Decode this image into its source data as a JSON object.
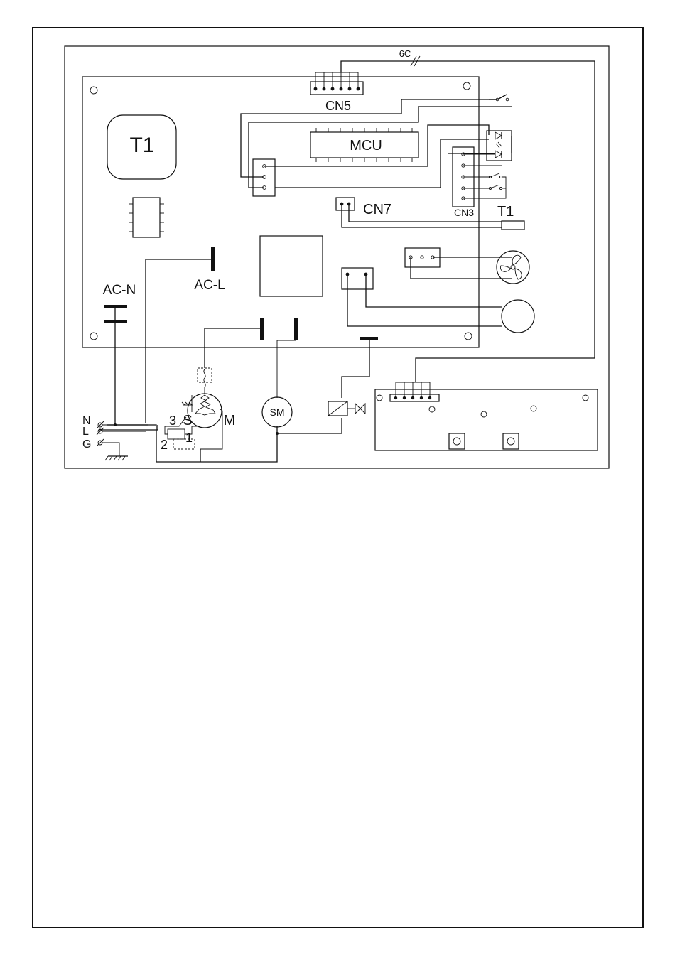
{
  "diagram": {
    "labels": {
      "t1_transformer": "T1",
      "cn5": "CN5",
      "mcu": "MCU",
      "cn7": "CN7",
      "cn3": "CN3",
      "t1_sensor": "T1",
      "ac_n": "AC-N",
      "ac_l": "AC-L",
      "cable_6c": "6C",
      "sm": "SM",
      "terminal_n": "N",
      "terminal_l": "L",
      "terminal_g": "G",
      "compressor_s": "S",
      "compressor_m": "M",
      "overload_3": "3",
      "overload_2": "2",
      "overload_1": "1"
    }
  }
}
